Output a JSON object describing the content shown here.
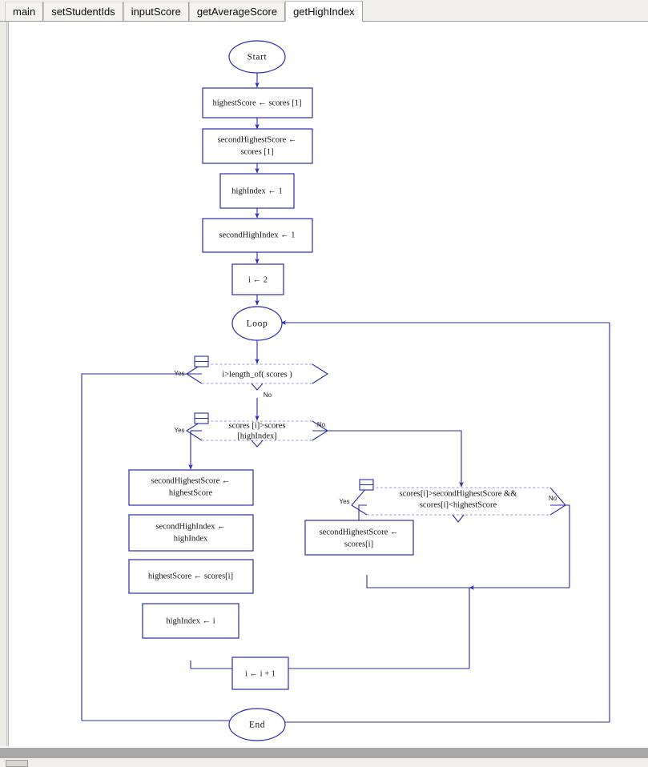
{
  "tabs": [
    {
      "label": "main",
      "active": false
    },
    {
      "label": "setStudentIds",
      "active": false
    },
    {
      "label": "inputScore",
      "active": false
    },
    {
      "label": "getAverageScore",
      "active": false
    },
    {
      "label": "getHighIndex",
      "active": true
    }
  ],
  "colors": {
    "node_stroke": "#2b2bad",
    "dashed_stroke": "#9a9ad0",
    "canvas_bg": "#ffffff",
    "chrome_bg": "#f1f0ec",
    "scrollbar": "#a8a8a8"
  },
  "flowchart": {
    "start_label": "Start",
    "end_label": "End",
    "loop_label": "Loop",
    "yes_label": "Yes",
    "no_label": "No",
    "nodes": {
      "n1_line1": "highestScore ← scores [1]",
      "n2_line1": "secondHighestScore ←",
      "n2_line2": "scores [1]",
      "n3_line1": "highIndex ← 1",
      "n4_line1": "secondHighIndex ← 1",
      "n5_line1": "i ← 2",
      "d1_line1": "i>length_of( scores )",
      "d2_line1": "scores [i]>scores",
      "d2_line2": "[highIndex]",
      "d3_line1": "scores[i]>secondHighestScore &&",
      "d3_line2": "scores[i]<highestScore",
      "n6_line1": "secondHighestScore ←",
      "n6_line2": "highestScore",
      "n7_line1": "secondHighIndex ←",
      "n7_line2": "highIndex",
      "n8_line1": "highestScore ← scores[i]",
      "n9_line1": "highIndex  ← i",
      "n10_line1": "secondHighestScore ←",
      "n10_line2": "scores[i]",
      "n11_line1": "i ← i + 1"
    }
  }
}
